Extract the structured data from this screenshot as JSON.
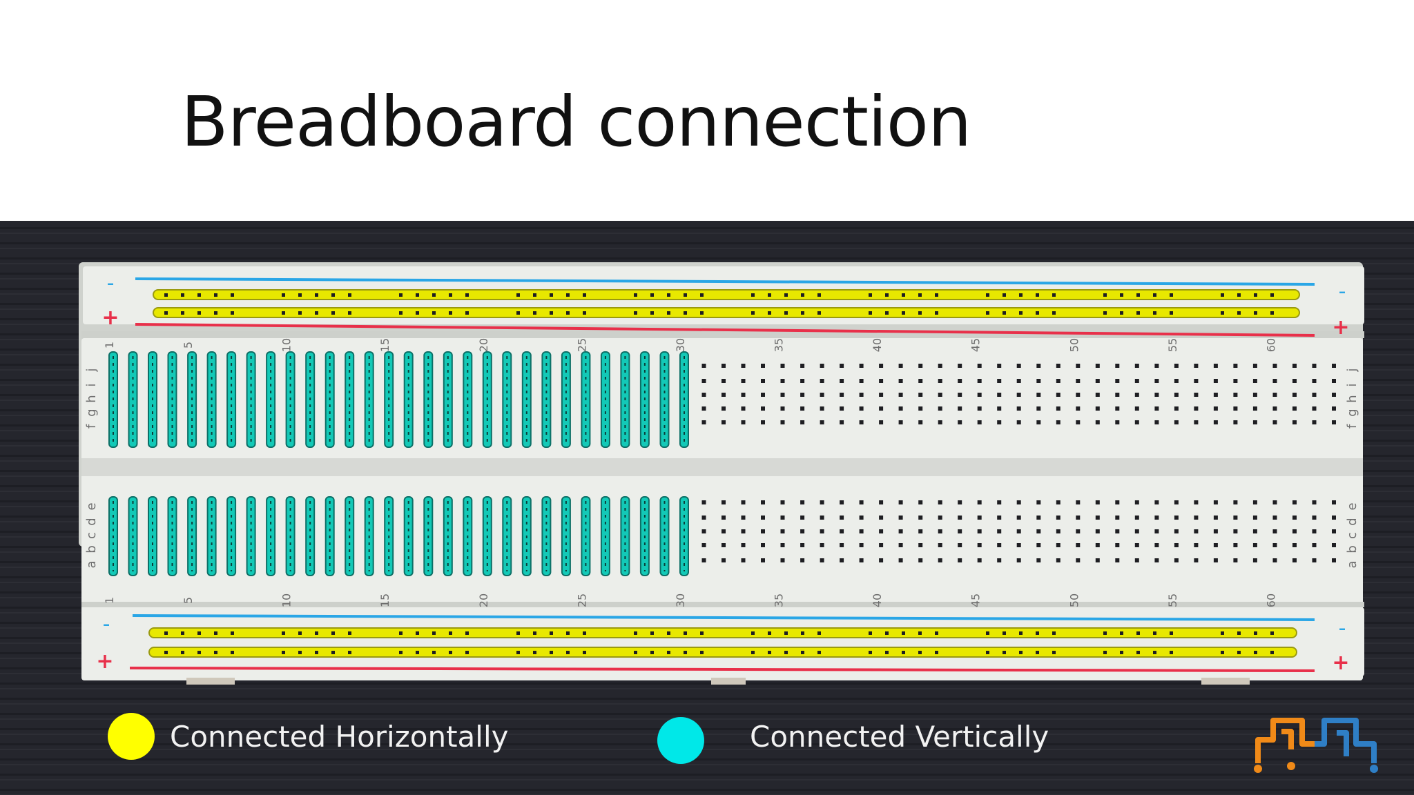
{
  "slide": {
    "title": "Breadboard connection"
  },
  "breadboard": {
    "rail_signs": {
      "minus": "-",
      "plus": "+"
    },
    "row_letters_top": [
      "f",
      "g",
      "h",
      "i",
      "j"
    ],
    "row_letters_bottom": [
      "a",
      "b",
      "c",
      "d",
      "e"
    ],
    "column_numbers": [
      "1",
      "5",
      "10",
      "15",
      "20",
      "25",
      "30",
      "35",
      "40",
      "45",
      "50",
      "55",
      "60"
    ],
    "total_columns": 63,
    "highlighted_columns": 30
  },
  "legend": {
    "horizontal": {
      "label": "Connected Horizontally",
      "color": "#ffff00"
    },
    "vertical": {
      "label": "Connected Vertically",
      "color": "#00e8e8"
    }
  },
  "logo": {
    "icon": "circuit-logo-icon"
  },
  "colors": {
    "background": "#25262d",
    "board": "#eceeea",
    "rail_red": "#e8304a",
    "rail_blue": "#2aa6e6",
    "highlight_yellow": "#e8e800",
    "highlight_cyan": "#13c9b7",
    "logo_orange": "#f08a18",
    "logo_blue": "#2f7fc6"
  }
}
